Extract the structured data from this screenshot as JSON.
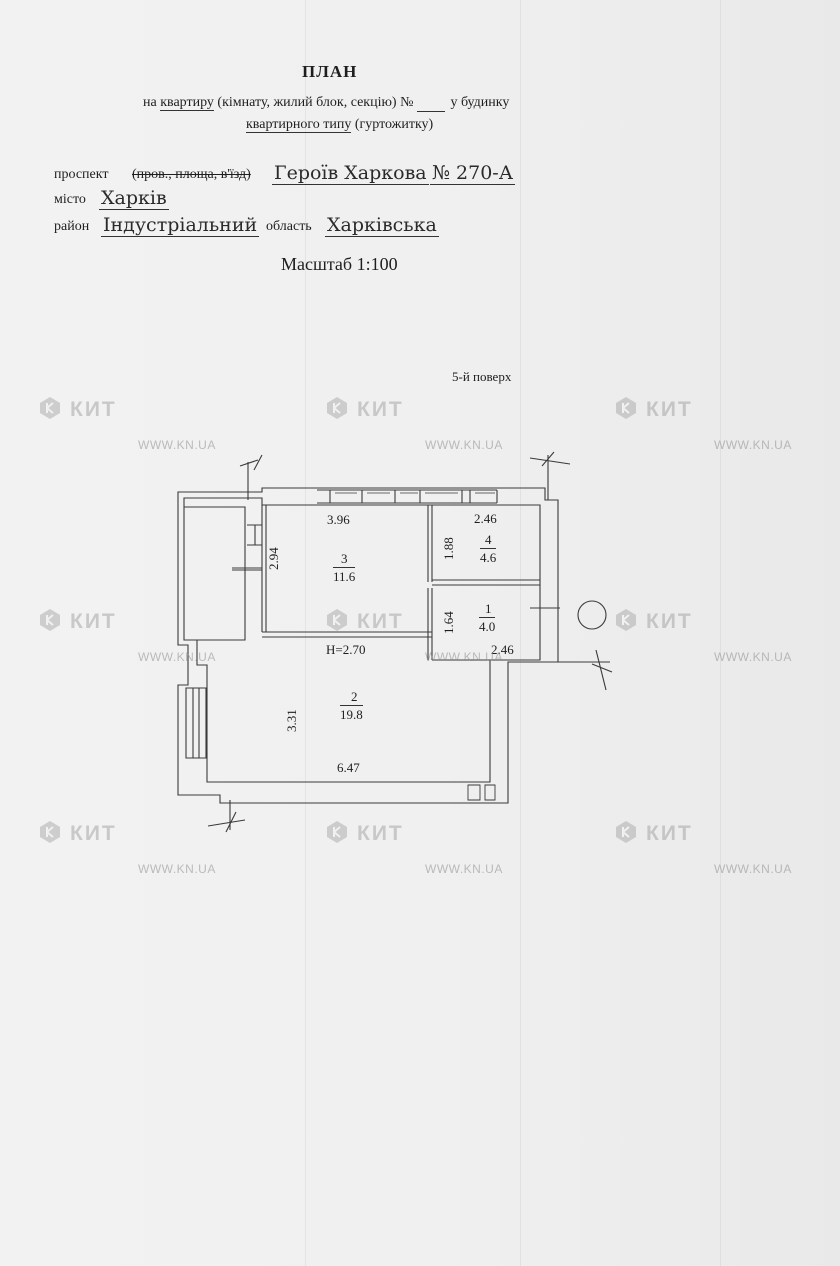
{
  "header": {
    "title": "ПЛАН",
    "line1_prefix": "на",
    "line1_object": "квартиру",
    "line1_options": "(кімнату, жилий блок, секцію)",
    "line1_no": "№",
    "line1_suffix": "у будинку",
    "line2_type": "квартирного типу",
    "line2_alt": "(гуртожитку)"
  },
  "address": {
    "street_type": "проспект",
    "street_alternatives": "(пров., площа, в'їзд)",
    "street_name": "Героїв Харкова",
    "building_no": "№ 270-А",
    "city_label": "місто",
    "city": "Харків",
    "district_label": "район",
    "district": "Індустріальний",
    "region_label": "область",
    "region": "Харківська"
  },
  "scale": "Масштаб 1:100",
  "floor": "5-й поверх",
  "rooms": [
    {
      "number": "1",
      "area": "4.0"
    },
    {
      "number": "2",
      "area": "19.8"
    },
    {
      "number": "3",
      "area": "11.6"
    },
    {
      "number": "4",
      "area": "4.6"
    }
  ],
  "dimensions": {
    "room3_width": "3.96",
    "room3_depth": "2.94",
    "room4_width": "2.46",
    "room4_depth": "1.88",
    "room1_width": "2.46",
    "room1_depth": "1.64",
    "room2_width": "6.47",
    "room2_depth": "3.31",
    "ceiling_height": "H=2.70"
  },
  "watermark": {
    "logo": "КИТ",
    "url": "WWW.KN.UA"
  }
}
